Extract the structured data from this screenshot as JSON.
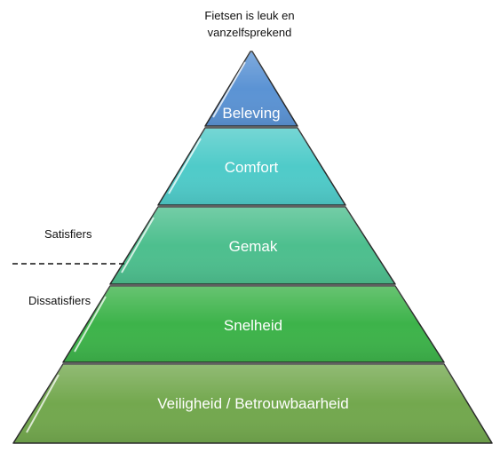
{
  "top_caption": "Fietsen is leuk en\nvanzelfsprekend",
  "levels": [
    {
      "label": "Beleving",
      "color": "#5b93d4"
    },
    {
      "label": "Comfort",
      "color": "#4fcbc9"
    },
    {
      "label": "Gemak",
      "color": "#4dbf8e"
    },
    {
      "label": "Snelheid",
      "color": "#3db34a"
    },
    {
      "label": "Veiligheid / Betrouwbaarheid",
      "color": "#73a84e"
    }
  ],
  "side_labels": {
    "satisfiers": "Satisfiers",
    "dissatisfiers": "Dissatisfiers"
  },
  "colors": {
    "outline": "#2b2b2b",
    "label_text": "#ffffff",
    "divider": "#111111"
  }
}
